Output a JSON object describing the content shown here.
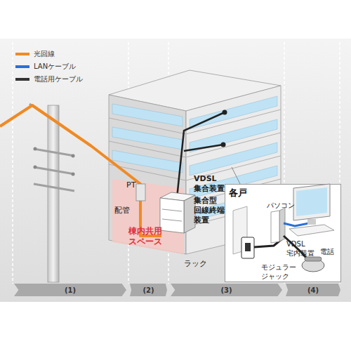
{
  "diagram": {
    "nodes": [
      {
        "text": [
          "各戸"
        ]
      },
      {
        "text": [
          "(1)"
        ]
      },
      {
        "text": [
          "(2)"
        ]
      },
      {
        "text": [
          "(3)"
        ]
      },
      {
        "text": [
          "(4)"
        ]
      }
    ],
    "labels": [
      "PT",
      "配管",
      "棟内共用スペース",
      "VDSL 集合装置",
      "集合型 回線終端 装置",
      "ラック",
      "パソコン",
      "VDSL 宅内装置",
      "電話",
      "モジュラー ジャック"
    ],
    "legend": [
      {
        "text": "光回線",
        "color": "#f08a24"
      },
      {
        "text": "LANケーブル",
        "color": "#2a6fd6"
      },
      {
        "text": "電話用ケーブル",
        "color": "#333333"
      }
    ]
  }
}
